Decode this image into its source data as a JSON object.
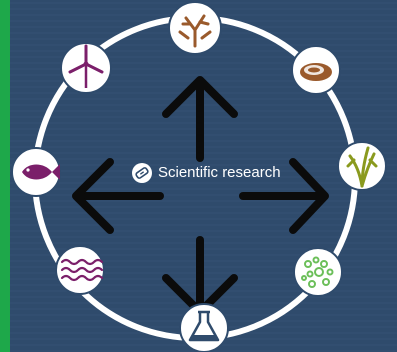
{
  "center": {
    "label": "Scientific research",
    "icon": "microscope-slide-icon"
  },
  "colors": {
    "background": "#2f4b6c",
    "accent_bar": "#1ea84a",
    "ring": "#ffffff",
    "arrow": "#0b0b0b",
    "icon_purple": "#7b1f6a",
    "icon_brown": "#9a5a2c",
    "icon_olive": "#8a9a1e",
    "icon_green": "#6cbf5a"
  },
  "nodes": [
    {
      "icon": "coral-icon"
    },
    {
      "icon": "oyster-icon"
    },
    {
      "icon": "seagrass-icon"
    },
    {
      "icon": "plankton-icon"
    },
    {
      "icon": "lab-flask-icon"
    },
    {
      "icon": "waves-icon"
    },
    {
      "icon": "fish-icon"
    },
    {
      "icon": "wind-turbine-icon"
    }
  ],
  "arrows": [
    "up",
    "right",
    "down",
    "left"
  ]
}
